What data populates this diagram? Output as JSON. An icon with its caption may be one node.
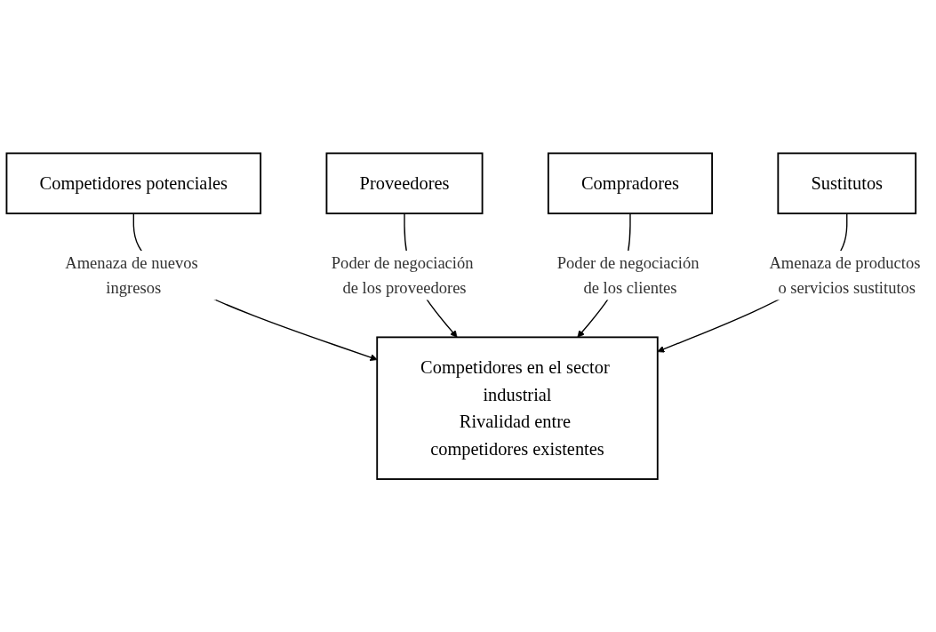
{
  "diagram": {
    "nodes": [
      {
        "text": [
          "Competidores potenciales"
        ]
      },
      {
        "text": [
          "Proveedores"
        ]
      },
      {
        "text": [
          "Competidores en el sector industrial",
          "Rivalidad entre competidores existentes"
        ]
      },
      {
        "text": [
          "Compradores"
        ]
      },
      {
        "text": [
          "Sustitutos"
        ]
      }
    ],
    "edges": [
      {
        "from": 0,
        "to": 2,
        "arrow": "to",
        "label": "Amenaza de nuevos ingresos"
      },
      {
        "from": 1,
        "to": 2,
        "arrow": "to",
        "label": "Poder de negociación de los proveedores"
      },
      {
        "from": 3,
        "to": 2,
        "arrow": "to",
        "label": "Poder de negociación de los clientes"
      },
      {
        "from": 4,
        "to": 2,
        "arrow": "to",
        "label": "Amenaza de productos o servicios sustitutos"
      }
    ]
  }
}
